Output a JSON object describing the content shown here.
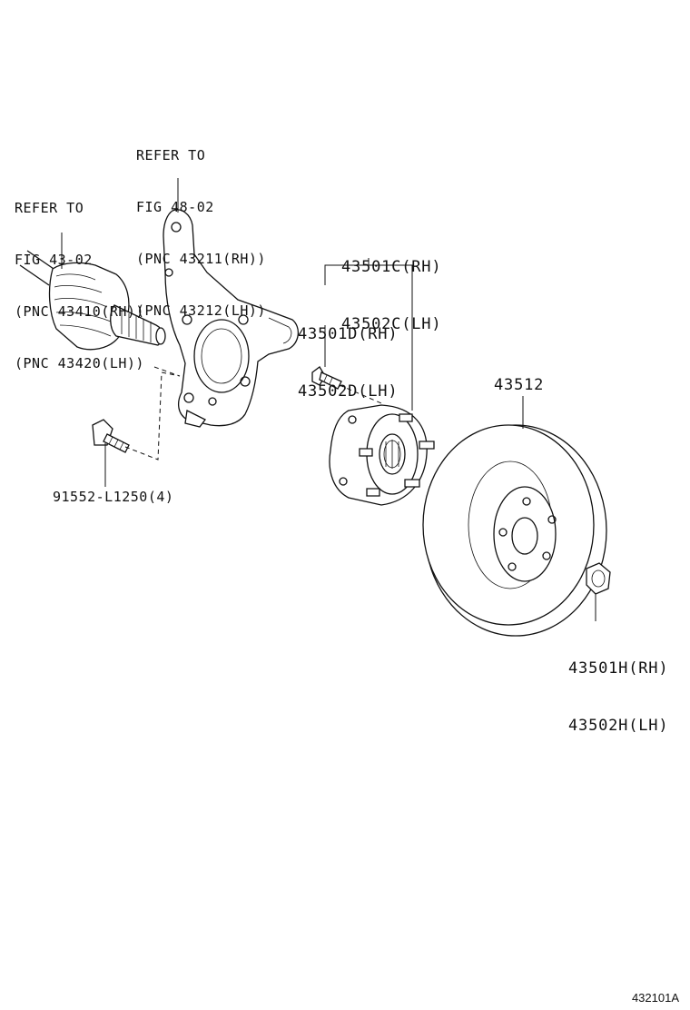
{
  "labels": {
    "knuckle_refer": [
      "REFER TO",
      "FIG 48-02",
      "(PNC 43211(RH))",
      "(PNC 43212(LH))"
    ],
    "driveshaft_refer": [
      "REFER TO",
      "FIG 43-02",
      "(PNC 43410(RH))",
      "(PNC 43420(LH))"
    ],
    "hub_assembly": [
      "43501C(RH)",
      "43502C(LH)"
    ],
    "hub_bolt": [
      "43501D(RH)",
      "43502D(LH)"
    ],
    "knuckle_bolt": "91552-L1250(4)",
    "brake_disc": "43512",
    "hub_nut": [
      "43501H(RH)",
      "43502H(LH)"
    ]
  },
  "figure_id": "432101A"
}
